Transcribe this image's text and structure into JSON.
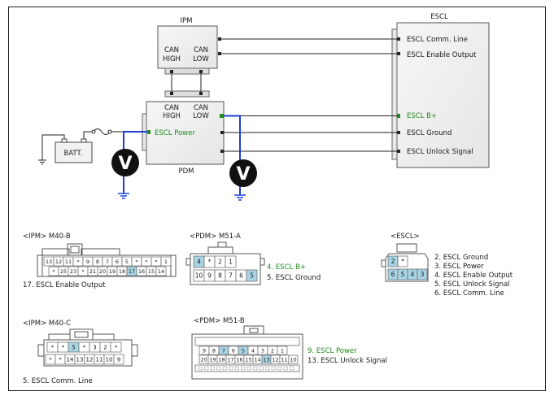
{
  "modules": {
    "ipm": {
      "title": "IPM",
      "can_high_1": "CAN",
      "can_high_2": "HIGH",
      "can_low_1": "CAN",
      "can_low_2": "LOW"
    },
    "pdm": {
      "title": "PDM",
      "can_high_1": "CAN",
      "can_high_2": "HIGH",
      "can_low_1": "CAN",
      "can_low_2": "LOW",
      "escl_power": "ESCL Power"
    },
    "escl": {
      "title": "ESCL",
      "pins": [
        "ESCL Comm. Line",
        "ESCL Enable Output",
        "ESCL B+",
        "ESCL Ground",
        "ESCL Unlock Signal"
      ]
    },
    "battery": "BATT.",
    "voltmeter_symbol": "V"
  },
  "connectors": {
    "ipm_m40b": {
      "title": "<IPM> M40-B",
      "row1": [
        "13",
        "12",
        "11",
        "*",
        "9",
        "8",
        "7",
        "6",
        "5",
        "*",
        "*",
        "*",
        "1"
      ],
      "row2": [
        "*",
        "25",
        "23",
        "*",
        "21",
        "20",
        "19",
        "18",
        "17",
        "16",
        "15",
        "14"
      ],
      "note": "17. ESCL Enable Output"
    },
    "pdm_m51a": {
      "title": "<PDM> M51-A",
      "row1": [
        "4",
        "*",
        "2",
        "1"
      ],
      "row2": [
        "10",
        "9",
        "8",
        "7",
        "6",
        "5"
      ],
      "notes": [
        "4. ESCL B+",
        "5. ESCL Ground"
      ]
    },
    "escl_conn": {
      "title": "<ESCL>",
      "row1": [
        "2",
        "*"
      ],
      "row2": [
        "6",
        "5",
        "4",
        "3"
      ],
      "notes": [
        "2. ESCL Ground",
        "3. ESCL Power",
        "4. ESCL Enable Output",
        "5. ESCL Unlock Signal",
        "6. ESCL Comm. Line"
      ]
    },
    "ipm_m40c": {
      "title": "<IPM> M40-C",
      "row1": [
        "*",
        "*",
        "5",
        "*",
        "3",
        "2",
        "*"
      ],
      "row2": [
        "*",
        "*",
        "14",
        "13",
        "12",
        "11",
        "10",
        "9"
      ],
      "note": "5. ESCL Comm. Line"
    },
    "pdm_m51b": {
      "title": "<PDM> M51-B",
      "row1": [
        "9",
        "8",
        "7",
        "6",
        "5",
        "4",
        "3",
        "2",
        "1"
      ],
      "row2": [
        "20",
        "19",
        "18",
        "17",
        "16",
        "15",
        "14",
        "13",
        "12",
        "11",
        "10"
      ],
      "notes": [
        "9. ESCL Power",
        "13. ESCL Unlock Signal"
      ]
    }
  },
  "colors": {
    "wire": "#1a1a1a",
    "measure_wire": "#1f3fd6",
    "highlight_pin": "#a8d4e4",
    "green_text": "#1f8a1f",
    "module_fill": "#f0f0f0"
  }
}
